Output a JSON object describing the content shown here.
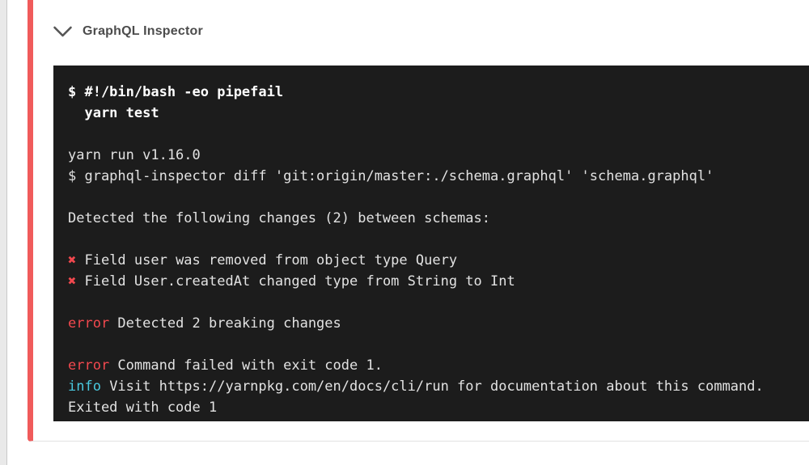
{
  "header": {
    "title": "GraphQL Inspector"
  },
  "colors": {
    "accent_stripe": "#f05b5b",
    "terminal_bg": "#1c1c1c",
    "terminal_text": "#e2e2e2",
    "error_red": "#f1484e",
    "info_cyan": "#49c8de"
  },
  "icons": {
    "collapse": "chevron-down-icon"
  },
  "terminal": {
    "lines": [
      {
        "bold": true,
        "segments": [
          {
            "t": "$ #!/bin/bash -eo pipefail"
          }
        ]
      },
      {
        "bold": true,
        "segments": [
          {
            "t": "  yarn test"
          }
        ]
      },
      {
        "segments": []
      },
      {
        "segments": [
          {
            "t": "yarn run v1.16.0"
          }
        ]
      },
      {
        "segments": [
          {
            "t": "$ graphql-inspector diff 'git:origin/master:./schema.graphql' 'schema.graphql'"
          }
        ]
      },
      {
        "segments": []
      },
      {
        "segments": [
          {
            "t": "Detected the following changes (2) between schemas:"
          }
        ]
      },
      {
        "segments": []
      },
      {
        "segments": [
          {
            "t": "✖",
            "c": "red"
          },
          {
            "t": " Field user was removed from object type Query"
          }
        ]
      },
      {
        "segments": [
          {
            "t": "✖",
            "c": "red"
          },
          {
            "t": " Field User.createdAt changed type from String to Int"
          }
        ]
      },
      {
        "segments": []
      },
      {
        "segments": [
          {
            "t": "error",
            "c": "red"
          },
          {
            "t": " Detected 2 breaking changes"
          }
        ]
      },
      {
        "segments": []
      },
      {
        "segments": [
          {
            "t": "error",
            "c": "red"
          },
          {
            "t": " Command failed with exit code 1."
          }
        ]
      },
      {
        "segments": [
          {
            "t": "info",
            "c": "cyan"
          },
          {
            "t": " Visit https://yarnpkg.com/en/docs/cli/run for documentation about this command."
          }
        ]
      },
      {
        "segments": [
          {
            "t": "Exited with code 1"
          }
        ]
      }
    ]
  }
}
